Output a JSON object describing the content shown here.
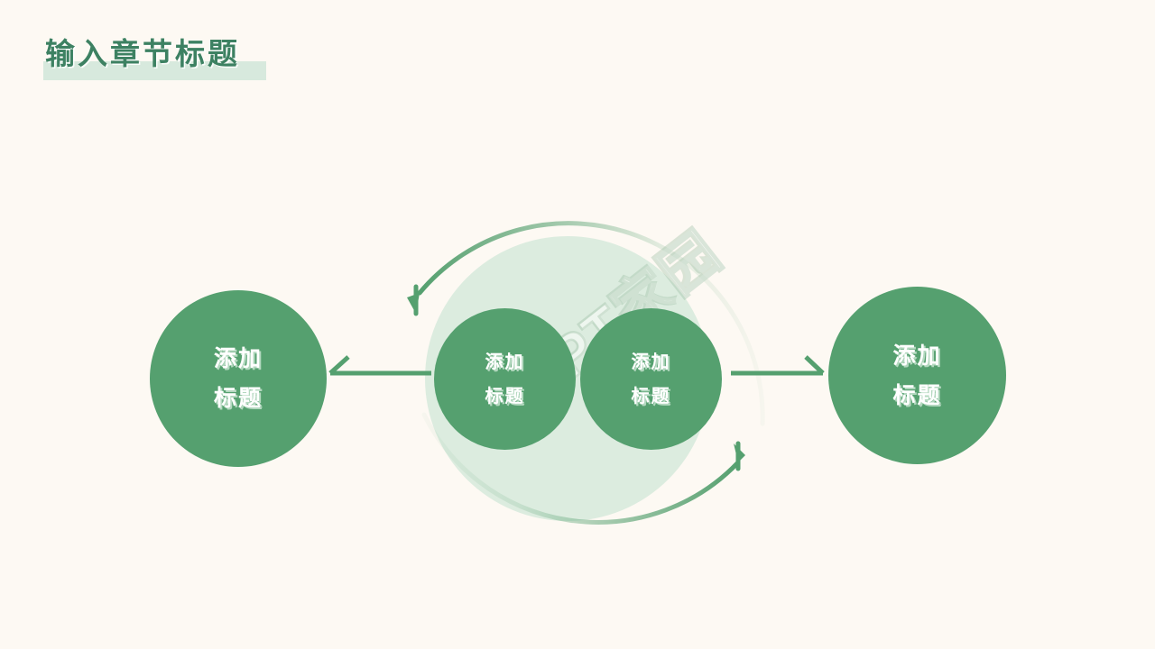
{
  "slide": {
    "title": "输入章节标题",
    "background_color": "#fdf9f3",
    "watermark_text": "PPT家园"
  },
  "theme": {
    "accent_green": "#55a06f",
    "title_green": "#3d8162",
    "highlight_green": "#d7e9dd",
    "pale_green": "#dcecdf",
    "text_white": "#ffffff"
  },
  "diagram": {
    "type": "cycle",
    "nodes": [
      {
        "id": "left",
        "line1": "添加",
        "line2": "标题",
        "position": "left-outer"
      },
      {
        "id": "center-left",
        "line1": "添加",
        "line2": "标题",
        "position": "center-left"
      },
      {
        "id": "center-right",
        "line1": "添加",
        "line2": "标题",
        "position": "center-right"
      },
      {
        "id": "right",
        "line1": "添加",
        "line2": "标题",
        "position": "right-outer"
      }
    ],
    "connectors": [
      {
        "id": "arrow-left",
        "direction": "left",
        "style": "straight-half-arrow"
      },
      {
        "id": "arrow-right",
        "direction": "right",
        "style": "straight-half-arrow"
      },
      {
        "id": "arc-top",
        "direction": "counter-clockwise",
        "style": "faded-arc-arrow"
      },
      {
        "id": "arc-bottom",
        "direction": "counter-clockwise",
        "style": "faded-arc-arrow"
      }
    ]
  }
}
